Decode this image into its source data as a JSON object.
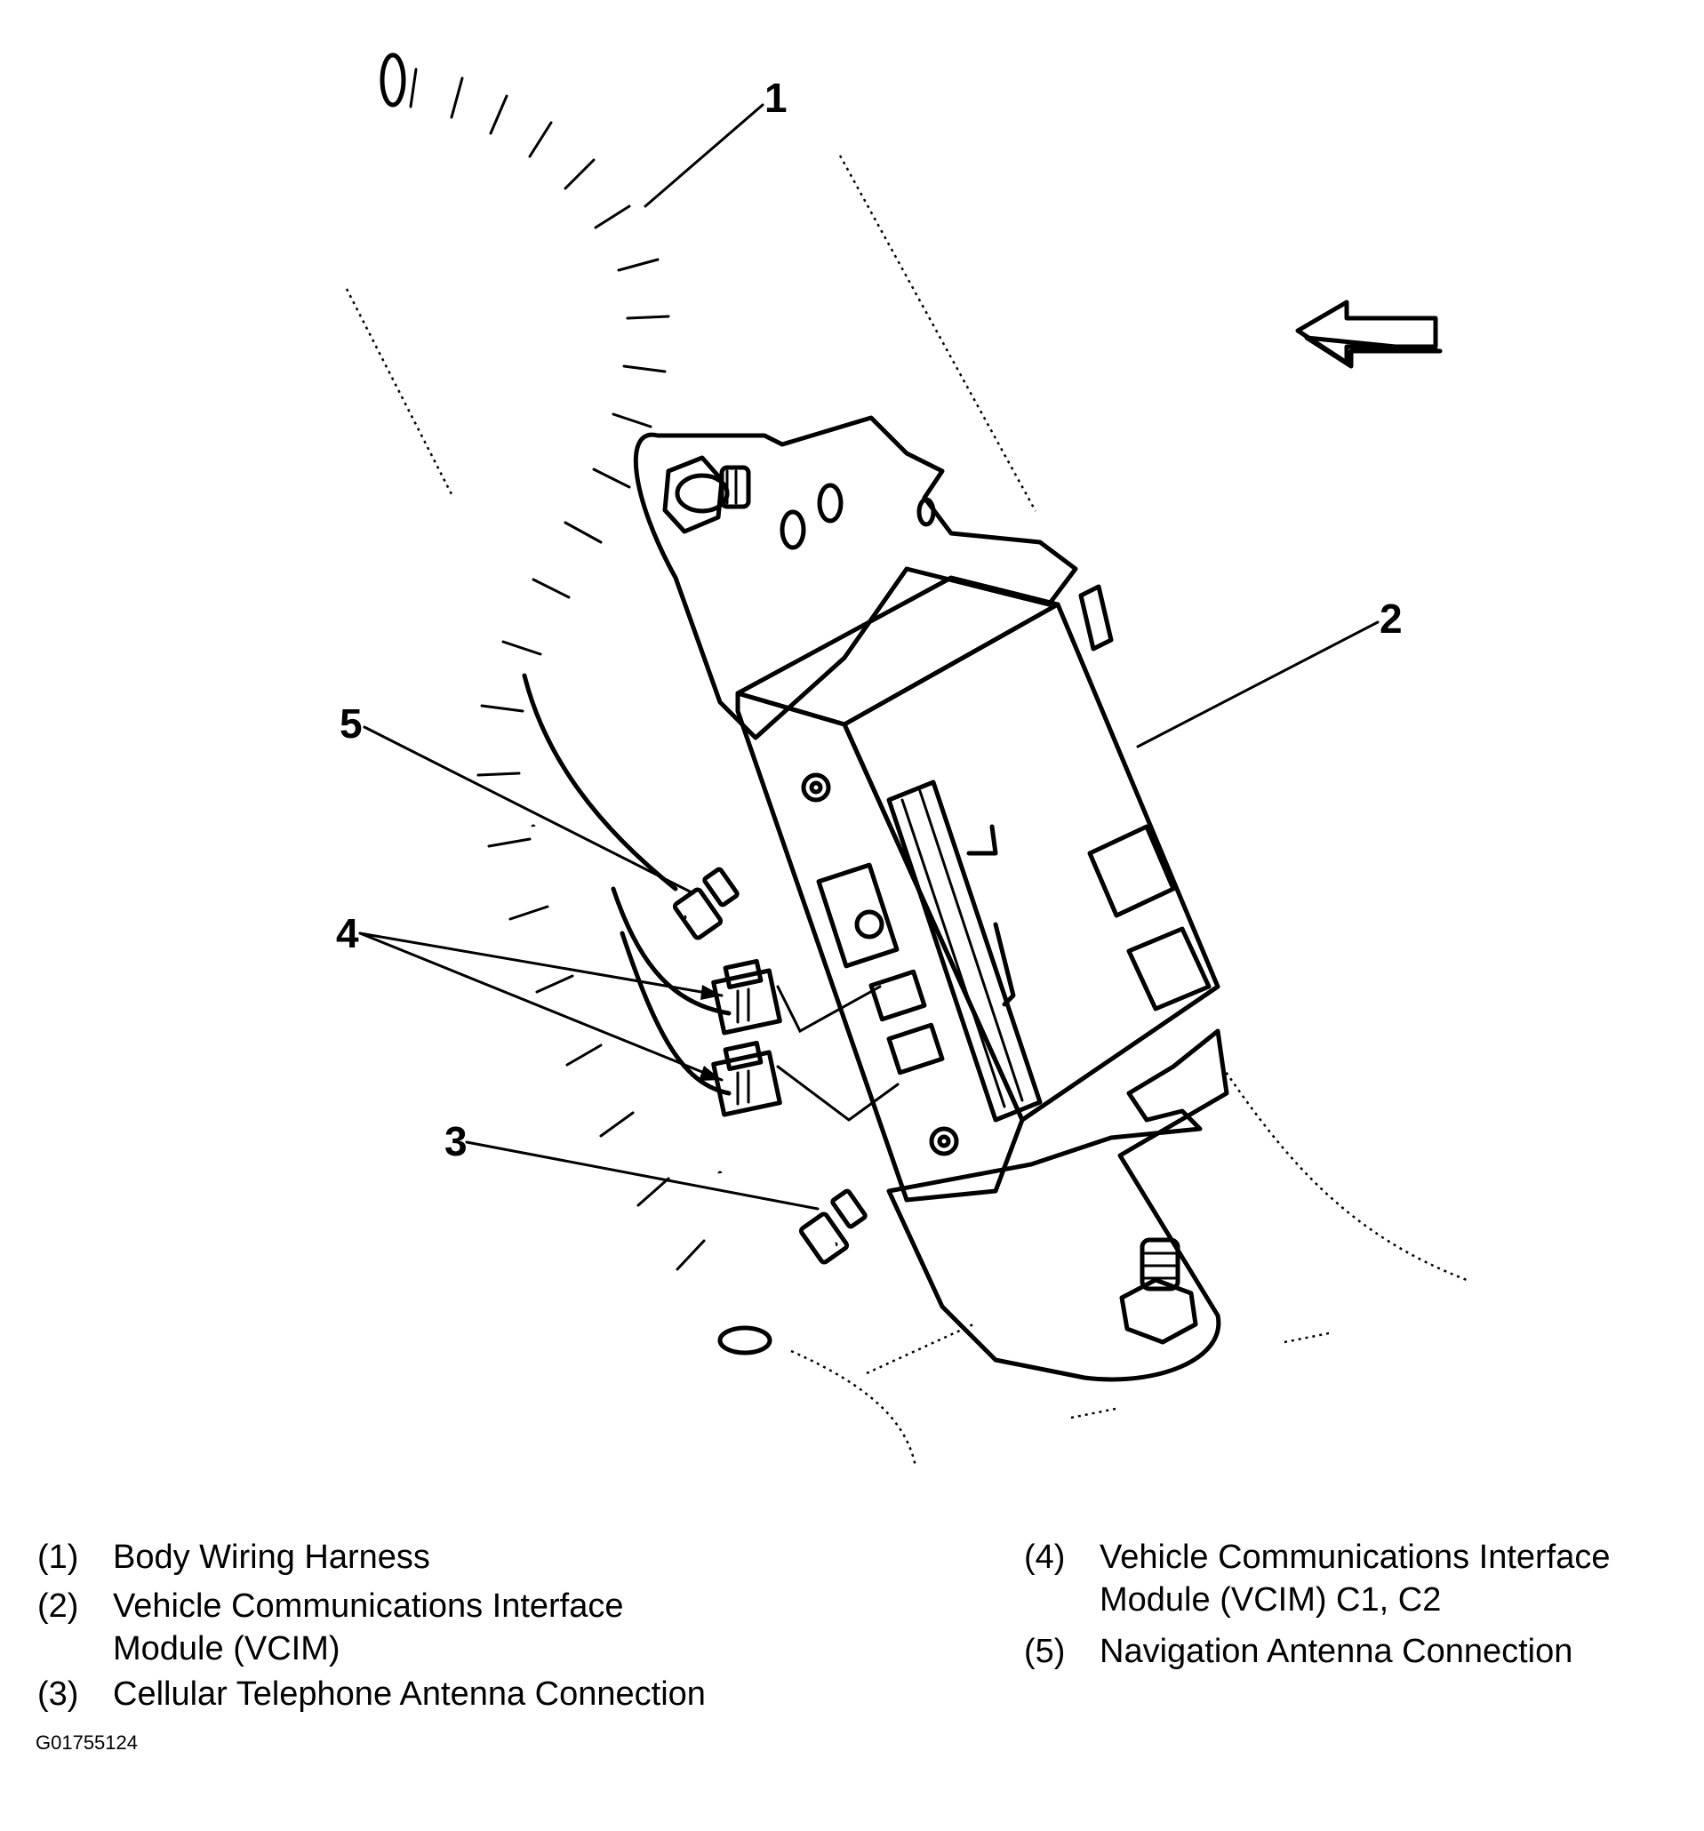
{
  "callouts": [
    "1",
    "2",
    "3",
    "4",
    "5"
  ],
  "legend": [
    {
      "number": "(1)",
      "text": "Body Wiring Harness"
    },
    {
      "number": "(2)",
      "text": "Vehicle Communications Interface Module (VCIM)"
    },
    {
      "number": "(3)",
      "text": "Cellular Telephone Antenna Connection"
    },
    {
      "number": "(4)",
      "text": "Vehicle Communications Interface Module (VCIM) C1, C2"
    },
    {
      "number": "(5)",
      "text": "Navigation Antenna Connection"
    }
  ],
  "figure_id": "G01755124",
  "icons": {
    "direction_arrow": "arrow-left-icon"
  }
}
